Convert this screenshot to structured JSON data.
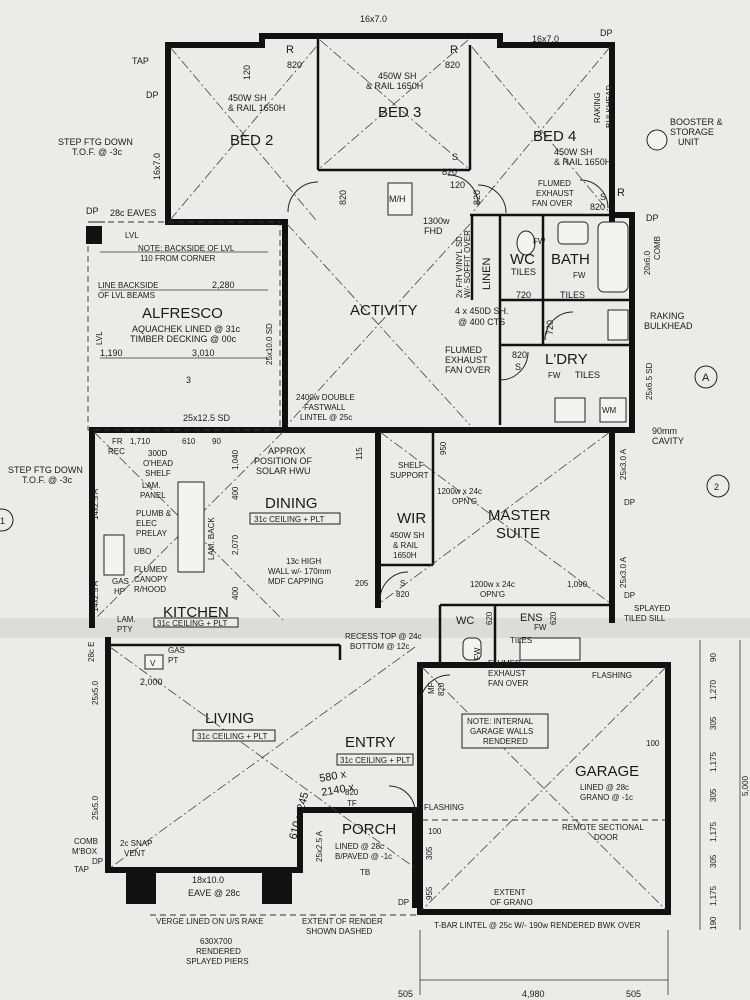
{
  "rooms": {
    "bed2": "BED 2",
    "bed3": "BED 3",
    "bed4": "BED 4",
    "alfresco": "ALFRESCO",
    "activity": "ACTIVITY",
    "wc1": "WC",
    "bath": "BATH",
    "linen": "LINEN",
    "ldry": "L'DRY",
    "dining": "DINING",
    "kitchen": "KITCHEN",
    "wir": "WIR",
    "master1": "MASTER",
    "master2": "SUITE",
    "ens": "ENS",
    "wc2": "WC",
    "living": "LIVING",
    "entry": "ENTRY",
    "porch": "PORCH",
    "garage": "GARAGE"
  },
  "notes": {
    "dim_bed2_top": "16x7.0",
    "dim_bed4_top": "16x7.0",
    "dp_top": "DP",
    "tap_top": "TAP",
    "dp_left_top": "DP",
    "step_top_1": "STEP FTG DOWN",
    "step_top_2": "T.O.F. @ -3c",
    "bed2_sh_1": "450W SH",
    "bed2_sh_2": "& RAIL 1650H",
    "bed3_sh_1": "450W SH",
    "bed3_sh_2": "& RAIL 1650H",
    "bed4_sh_1": "450W SH",
    "bed4_sh_2": "& RAIL 1650H",
    "raking_1": "RAKING",
    "raking_2": "BULKHEAD",
    "booster_1": "BOOSTER &",
    "booster_2": "STORAGE",
    "booster_3": "UNIT",
    "r1": "R",
    "r2": "R",
    "r3": "R",
    "s820_a": "820",
    "s820_b": "820",
    "dim_120_a": "120",
    "dim_120_b": "120",
    "s_bed3": "S",
    "s_bed3_820": "820",
    "s_bed4": "S",
    "s_bed4_820": "820",
    "door_820_bed2": "820",
    "door_820_act": "820",
    "bed2_side": "16x7.0",
    "mh": "M/H",
    "dp_eaves": "DP",
    "eaves_28": "28c EAVES",
    "lvl_a": "LVL",
    "lvl_b": "LVL",
    "note_lvl_1": "NOTE: BACKSIDE OF LVL",
    "note_lvl_2": "110 FROM CORNER",
    "line_lvl_1": "LINE BACKSIDE",
    "line_lvl_2": "OF LVL BEAMS",
    "dim_2280": "2,280",
    "aquachek_1": "AQUACHEK LINED @ 31c",
    "aquachek_2": "TIMBER DECKING @ 00c",
    "dim_1190": "1,190",
    "dim_3010": "3,010",
    "sd_25x10": "25x10.0 SD",
    "fhd_1300": "1300w",
    "fhd_2": "FHD",
    "soffit_1": "2x F/H VINYL SD",
    "soffit_2": "W/- SOFFIT OVER",
    "flumed_1": "FLUMED",
    "flumed_2": "EXHAUST",
    "flumed_3": "FAN OVER",
    "fw_a": "FW",
    "wc_tiles": "TILES",
    "dim_720_a": "720",
    "dim_720_b": "720",
    "bath_fw": "FW",
    "bath_tiles": "TILES",
    "comb_20x6": "20x6.0",
    "comb_lbl": "COMB",
    "dp_bath": "DP",
    "sh_4x450_1": "4 x 450D SH.",
    "sh_4x450_2": "@ 400 CTS",
    "raking2_1": "RAKING",
    "raking2_2": "BULKHEAD",
    "flumed2_1": "FLUMED",
    "flumed2_2": "EXHAUST",
    "flumed2_3": "FAN OVER",
    "ldry_820": "820",
    "ldry_s": "S",
    "ldry_fw": "FW",
    "ldry_tiles": "TILES",
    "wm": "WM",
    "sd_25x65": "25x6.5 SD",
    "marker_a": "A",
    "marker_3": "3",
    "marker_2": "2",
    "marker_1": "1",
    "cavity_1": "90mm",
    "cavity_2": "CAVITY",
    "fastwall_1": "2400w DOUBLE",
    "fastwall_2": "FASTWALL",
    "fastwall_3": "LINTEL @ 25c",
    "sd_25x125": "25x12.5 SD",
    "d1710": "1,710",
    "d610": "610",
    "d90": "90",
    "fr": "FR",
    "rec": "REC",
    "ohead_1": "300D",
    "ohead_2": "O'HEAD",
    "ohead_3": "SHELF",
    "lam_panel_1": "LAM.",
    "lam_panel_2": "PANEL",
    "plumb_1": "PLUMB &",
    "plumb_2": "ELEC",
    "plumb_3": "PRELAY",
    "ubo": "UBO",
    "gas_hp_1": "GAS",
    "gas_hp_2": "HP",
    "flumed_canopy_1": "FLUMED",
    "flumed_canopy_2": "CANOPY",
    "flumed_canopy_3": "R/HOOD",
    "lam_pty_1": "LAM.",
    "lam_pty_2": "PTY",
    "kitchen_ceiling": "31c CEILING + PLT",
    "d1040": "1,040",
    "d400_a": "400",
    "d400_b": "400",
    "d2070": "2,070",
    "lam_back": "LAM. BACK",
    "approx_1": "APPROX",
    "approx_2": "POSITION OF",
    "approx_3": "SOLAR HWU",
    "dining_ceiling": "31c CEILING + PLT",
    "high_wall_1": "13c HIGH",
    "high_wall_2": "WALL w/- 170mm",
    "high_wall_3": "MDF CAPPING",
    "step_mid_1": "STEP FTG DOWN",
    "step_mid_2": "T.O.F. @ -3c",
    "d14x25_a": "14x2.5 A",
    "d14x25_b": "14x2.5 A",
    "d115": "115",
    "d950": "950",
    "shelf_1": "SHELF",
    "shelf_2": "SUPPORT",
    "opng_1": "1200w x 24c",
    "opng_2": "OPN'G",
    "wir_sh_1": "450W SH",
    "wir_sh_2": "& RAIL",
    "wir_sh_3": "1650H",
    "d205": "205",
    "s_wir": "S",
    "s_wir_820": "820",
    "opng2_1": "1200w x 24c",
    "opng2_2": "OPN'G",
    "d1090": "1,090",
    "d25x30_a": "25x3.0 A",
    "d25x30_b": "25x3.0 A",
    "dp_master": "DP",
    "dp_master2": "DP",
    "d620_a": "620",
    "d620_b": "620",
    "wc_fw": "FW",
    "ens_fw": "FW",
    "ens_tiles": "TILES",
    "splayed_1": "SPLAYED",
    "splayed_2": "TILED SILL",
    "recess_1": "RECESS TOP @ 24c",
    "recess_2": "BOTTOM @ 12c",
    "eaves_28c": "28c E",
    "gas_pt_1": "GAS",
    "gas_pt_2": "PT",
    "v_mark": "V",
    "d2000": "2,000",
    "d25x50_a": "25x5.0",
    "d25x50_b": "25x5.0",
    "living_ceiling": "31c CEILING + PLT",
    "entry_ceiling": "31c CEILING + PLT",
    "hand_1": "580 x",
    "hand_2": "2140 x",
    "hand_3": "610 x 245",
    "tf_820": "820",
    "tf": "TF",
    "d25x25": "25x2.5 A",
    "porch_1": "LINED @ 28c",
    "porch_2": "B/PAVED @ -1c",
    "comb_mbox_1": "COMB",
    "comb_mbox_2": "M'BOX",
    "snap_1": "2c SNAP",
    "snap_2": "VENT",
    "dp_living": "DP",
    "tap_living": "TAP",
    "eave_18": "18x10.0",
    "eave_28": "EAVE @ 28c",
    "tb": "TB",
    "verge": "VERGE LINED ON U/S RAKE",
    "render_1": "EXTENT OF RENDER",
    "render_2": "SHOWN DASHED",
    "piers_1": "630X700",
    "piers_2": "RENDERED",
    "piers_3": "SPLAYED PIERS",
    "mf": "MF",
    "mf_820": "820",
    "flumed3_1": "FLUMED",
    "flumed3_2": "EXHAUST",
    "flumed3_3": "FAN OVER",
    "flashing_a": "FLASHING",
    "flashing_b": "FLASHING",
    "note_garage_1": "NOTE: INTERNAL",
    "note_garage_2": "GARAGE WALLS",
    "note_garage_3": "RENDERED",
    "d100_a": "100",
    "d100_b": "100",
    "garage_1": "LINED @ 28c",
    "garage_2": "GRANO @ -1c",
    "remote_1": "REMOTE SECTIONAL",
    "remote_2": "DOOR",
    "d305": "305",
    "d955": "955",
    "grano_1": "EXTENT",
    "grano_2": "OF GRANO",
    "dp_garage": "DP",
    "tbar": "T-BAR LINTEL @ 25c W/- 190w RENDERED BWK OVER",
    "r90": "90",
    "r1270": "1,270",
    "r305_a": "305",
    "r1175_a": "1,175",
    "r305_b": "305",
    "r1175_b": "1,175",
    "r305_c": "305",
    "r1175_c": "1,175",
    "r190": "190",
    "r5000": "5,000",
    "b505_a": "505",
    "b4980": "4,980",
    "b505_b": "505"
  }
}
